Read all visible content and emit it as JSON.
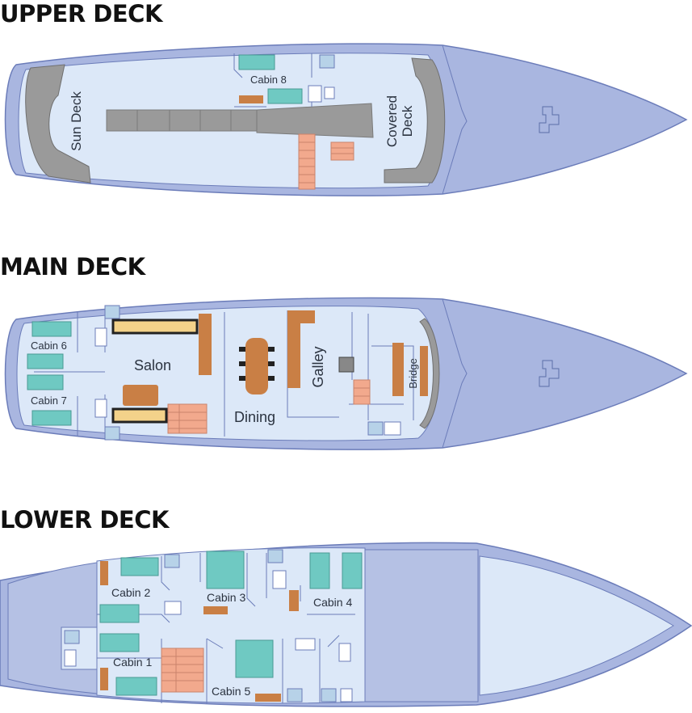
{
  "decks": {
    "upper": {
      "title": "UPPER DECK",
      "rooms": {
        "sun_deck": "Sun Deck",
        "covered_deck": [
          "Covered",
          "Deck"
        ],
        "cabin_8": "Cabin 8"
      }
    },
    "main": {
      "title": "MAIN DECK",
      "rooms": {
        "cabin_6": "Cabin 6",
        "cabin_7": "Cabin 7",
        "salon": "Salon",
        "dining": "Dining",
        "galley": "Galley",
        "bridge": "Bridge"
      }
    },
    "lower": {
      "title": "LOWER DECK",
      "rooms": {
        "cabin_1": "Cabin 1",
        "cabin_2": "Cabin 2",
        "cabin_3": "Cabin 3",
        "cabin_4": "Cabin 4",
        "cabin_5": "Cabin 5"
      }
    }
  },
  "colors": {
    "hull": "#a9b6e0",
    "hull_edge": "#6b7cb9",
    "floor": "#dce8f8",
    "bed": "#6fc9c2",
    "wood": "#c97f45",
    "stairs": "#f2a98d",
    "bench": "#9a9a9a"
  }
}
